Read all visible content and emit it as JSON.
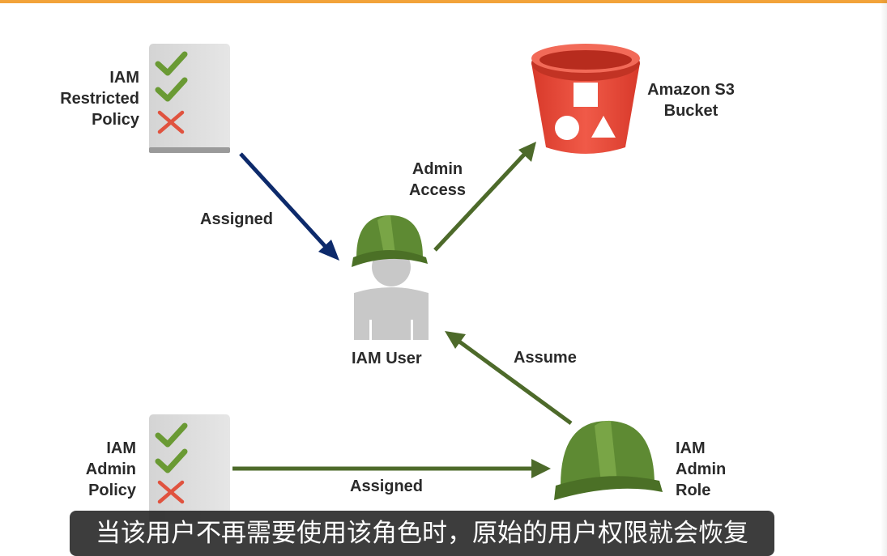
{
  "labels": {
    "restricted_policy": [
      "IAM",
      "Restricted",
      "Policy"
    ],
    "admin_policy": [
      "IAM",
      "Admin",
      "Policy"
    ],
    "s3_bucket": [
      "Amazon S3",
      "Bucket"
    ],
    "admin_access": [
      "Admin",
      "Access"
    ],
    "assigned_top": "Assigned",
    "assigned_bottom": "Assigned",
    "assume": "Assume",
    "iam_user": "IAM User",
    "admin_role": [
      "IAM",
      "Admin",
      "Role"
    ]
  },
  "subtitle": "当该用户不再需要使用该角色时，原始的用户权限就会恢复",
  "colors": {
    "accent_bar": "#f2a33a",
    "arrow_green": "#4d6a2a",
    "arrow_navy": "#0d2a6b",
    "s3_red": "#ea4c3b",
    "hat_green": "#5e8a33",
    "check_green": "#6a9a34",
    "cross_red": "#e0533f",
    "doc_grey": "#dcdcdc"
  },
  "icons": [
    "policy-document-icon",
    "check-icon",
    "cross-icon",
    "s3-bucket-icon",
    "hard-hat-icon",
    "user-icon"
  ]
}
